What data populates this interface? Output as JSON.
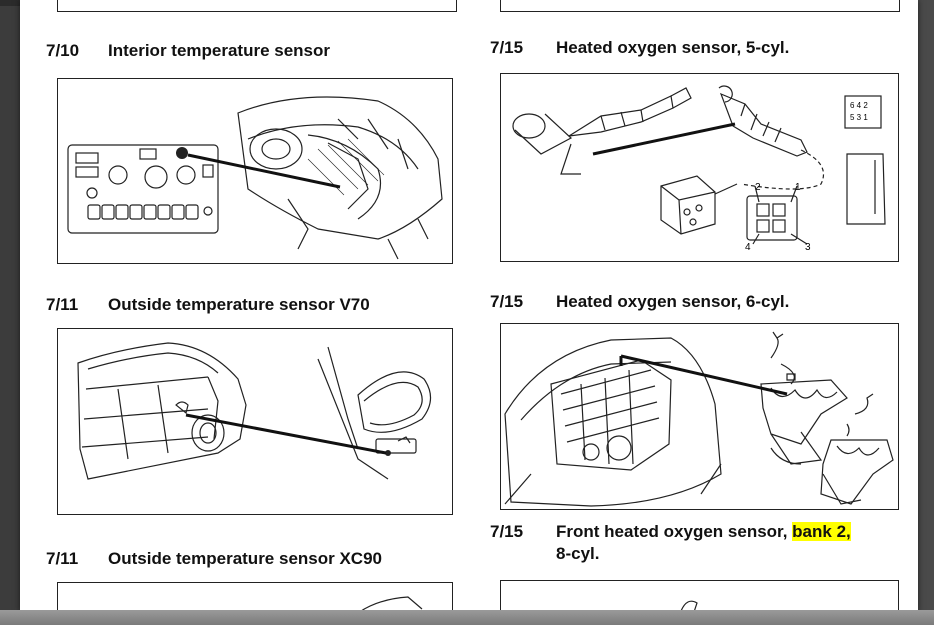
{
  "sections": [
    {
      "number": "7/10",
      "title": "Interior temperature sensor"
    },
    {
      "number": "7/15",
      "title": "Heated oxygen sensor, 5-cyl."
    },
    {
      "number": "7/11",
      "title": "Outside temperature sensor V70"
    },
    {
      "number": "7/15",
      "title": "Heated oxygen sensor, 6-cyl."
    },
    {
      "number": "7/15",
      "title_prefix": "Front heated oxygen sensor, ",
      "title_highlight": "bank 2,",
      "title_line2": "8-cyl."
    },
    {
      "number": "7/11",
      "title": "Outside temperature sensor XC90"
    }
  ],
  "connector_pins_5cyl": [
    "2",
    "1",
    "4",
    "3"
  ],
  "connector_grid_5cyl": {
    "row1": "6 4 2",
    "row2": "5 3 1"
  },
  "colors": {
    "highlight": "#ffff00",
    "ink": "#111111",
    "page": "#ffffff"
  }
}
